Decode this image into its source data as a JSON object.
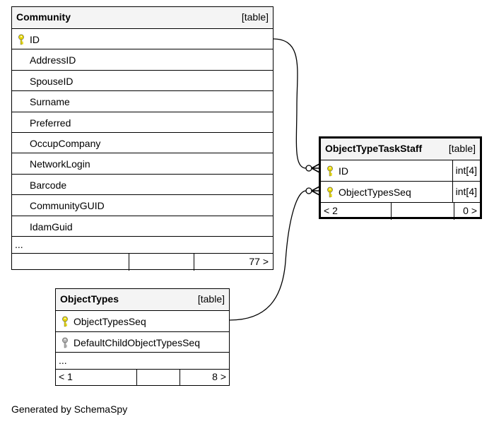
{
  "tables": {
    "community": {
      "name": "Community",
      "tag": "[table]",
      "columns": [
        "ID",
        "AddressID",
        "SpouseID",
        "Surname",
        "Preferred",
        "OccupCompany",
        "NetworkLogin",
        "Barcode",
        "CommunityGUID",
        "IdamGuid"
      ],
      "more": "...",
      "footer_right": "77 >"
    },
    "object_type_task_staff": {
      "name": "ObjectTypeTaskStaff",
      "tag": "[table]",
      "columns": [
        {
          "name": "ID",
          "type": "int[4]"
        },
        {
          "name": "ObjectTypesSeq",
          "type": "int[4]"
        }
      ],
      "footer_left": "< 2",
      "footer_right": "0 >"
    },
    "object_types": {
      "name": "ObjectTypes",
      "tag": "[table]",
      "columns": [
        "ObjectTypesSeq",
        "DefaultChildObjectTypesSeq"
      ],
      "more": "...",
      "footer_left": "< 1",
      "footer_right": "8 >"
    }
  },
  "credit": "Generated by SchemaSpy",
  "colors": {
    "primary_key": "#e8d800",
    "foreign_key": "#b0b0b0",
    "header_bg": "#f4f4f4"
  },
  "icons": {
    "primary_key": "key-icon",
    "foreign_key": "key-icon"
  }
}
